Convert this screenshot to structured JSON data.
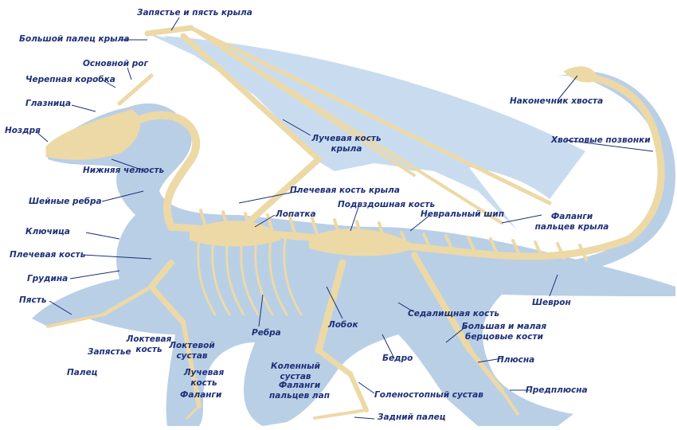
{
  "labels": {
    "wrist_wing": "Запястье и пясть крыла",
    "thumb_wing": "Большой палец крыла",
    "main_horn": "Основной рог",
    "cranium": "Черепная коробка",
    "orbit": "Глазница",
    "nostril": "Ноздря",
    "lower_jaw": "Нижняя челюсть",
    "radius_wing_1": "Лучевая кость",
    "radius_wing_2": "крыла",
    "neck_ribs": "Шейные ребра",
    "humerus_wing": "Плечевая кость крыла",
    "ilium": "Подвздошная кость",
    "scapula": "Лопатка",
    "neural_spine": "Невральный шип",
    "clavicle": "Ключица",
    "humerus": "Плечевая кость",
    "sternum": "Грудина",
    "metacarpus": "Пясть",
    "ulna_1": "Локтевая",
    "ulna_2": "кость",
    "wrist": "Запястье",
    "finger": "Палец",
    "elbow_1": "Локтевой",
    "elbow_2": "сустав",
    "radius_1": "Лучевая",
    "radius_2": "кость",
    "phalanges": "Фаланги",
    "ribs": "Ребра",
    "pubis": "Лобок",
    "knee_1": "Коленный",
    "knee_2": "сустав",
    "toe_phal_1": "Фаланги",
    "toe_phal_2": "пальцев лап",
    "hind_toe": "Задний палец",
    "ankle": "Голеностопный сустав",
    "femur": "Бедро",
    "ischium": "Седалищная кость",
    "tibia_1": "Большая и малая",
    "tibia_2": "берцовые кости",
    "metatarsus": "Плюсна",
    "tarsus": "Предплюсна",
    "chevron": "Шеврон",
    "wing_phal_1": "Фаланги",
    "wing_phal_2": "пальцев крыла",
    "tail_tip": "Наконечник хвоста",
    "tail_vert": "Хвостовые позвонки"
  },
  "colors": {
    "bone": "#ecd9a6",
    "bone_edge": "#b59a5e",
    "silhouette": "#b9cfe6",
    "membrane": "#c9dcef",
    "label": "#1d2f78",
    "leader": "#1d2f78"
  }
}
